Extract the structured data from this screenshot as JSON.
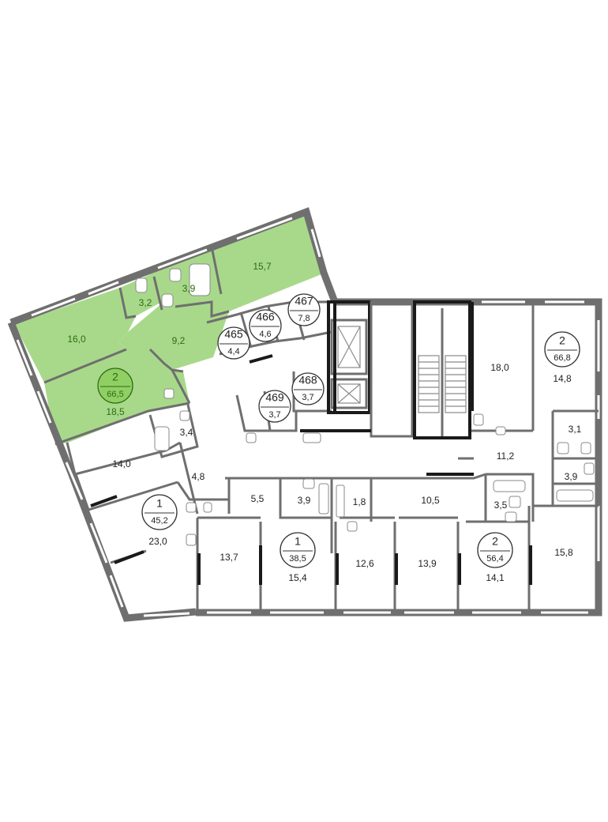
{
  "highlight_color": "#a8d98a",
  "wall_color": "#6f6f6f",
  "apartments": [
    {
      "rooms": "2",
      "area": "66,5",
      "highlighted": true
    },
    {
      "rooms": "2",
      "area": "66,8",
      "highlighted": false
    },
    {
      "rooms": "1",
      "area": "45,2",
      "highlighted": false
    },
    {
      "rooms": "1",
      "area": "38,5",
      "highlighted": false
    },
    {
      "rooms": "2",
      "area": "56,4",
      "highlighted": false
    }
  ],
  "storage_units": [
    {
      "number": "465",
      "area": "4,4"
    },
    {
      "number": "466",
      "area": "4,6"
    },
    {
      "number": "467",
      "area": "7,8"
    },
    {
      "number": "468",
      "area": "3,7"
    },
    {
      "number": "469",
      "area": "3,7"
    }
  ],
  "room_areas": {
    "hl_bedroom_top": "15,7",
    "hl_bath_1": "3,2",
    "hl_bath_2": "3,9",
    "hl_room_left": "16,0",
    "hl_hall": "9,2",
    "hl_room_bottom": "18,5",
    "r18_0": "18,0",
    "r14_8": "14,8",
    "r3_1": "3,1",
    "r11_2": "11,2",
    "r3_9_right": "3,9",
    "r3_4": "3,4",
    "r14_0": "14,0",
    "r4_8": "4,8",
    "r23_0": "23,0",
    "r5_5": "5,5",
    "r3_9_mid": "3,9",
    "r1_8": "1,8",
    "r10_5": "10,5",
    "r3_5": "3,5",
    "r13_7": "13,7",
    "r15_4": "15,4",
    "r12_6": "12,6",
    "r13_9": "13,9",
    "r14_1": "14,1",
    "r15_8": "15,8"
  }
}
